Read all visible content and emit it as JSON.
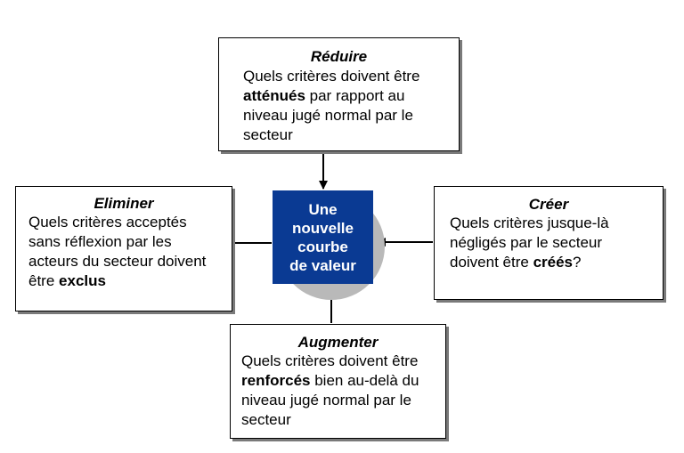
{
  "center": {
    "lines": [
      "Une",
      "nouvelle",
      "courbe",
      "de valeur"
    ]
  },
  "boxes": {
    "reduire": {
      "title": "Réduire",
      "segments": [
        {
          "text": "Quels critères doivent être",
          "bold": false
        },
        {
          "br": true
        },
        {
          "text": "atténués",
          "bold": true
        },
        {
          "text": " par rapport au",
          "bold": false
        },
        {
          "br": true
        },
        {
          "text": "niveau jugé normal par le",
          "bold": false
        },
        {
          "br": true
        },
        {
          "text": "secteur",
          "bold": false
        }
      ]
    },
    "eliminer": {
      "title": "Eliminer",
      "segments": [
        {
          "text": "Quels critères acceptés",
          "bold": false
        },
        {
          "br": true
        },
        {
          "text": "sans réflexion par les",
          "bold": false
        },
        {
          "br": true
        },
        {
          "text": "acteurs du secteur doivent",
          "bold": false
        },
        {
          "br": true
        },
        {
          "text": "être ",
          "bold": false
        },
        {
          "text": "exclus",
          "bold": true
        }
      ]
    },
    "creer": {
      "title": "Créer",
      "segments": [
        {
          "text": "Quels critères jusque-là",
          "bold": false
        },
        {
          "br": true
        },
        {
          "text": "négligés par le secteur",
          "bold": false
        },
        {
          "br": true
        },
        {
          "text": "doivent être ",
          "bold": false
        },
        {
          "text": "créés",
          "bold": true
        },
        {
          "text": "?",
          "bold": false
        }
      ]
    },
    "augmenter": {
      "title": "Augmenter",
      "segments": [
        {
          "text": "Quels critères doivent être",
          "bold": false
        },
        {
          "br": true
        },
        {
          "text": "renforcés",
          "bold": true
        },
        {
          "text": " bien au-delà du",
          "bold": false
        },
        {
          "br": true
        },
        {
          "text": "niveau jugé normal par le",
          "bold": false
        },
        {
          "br": true
        },
        {
          "text": "secteur",
          "bold": false
        }
      ]
    }
  },
  "colors": {
    "center_fill": "#0a3a93",
    "circle_fill": "#b9b9b9",
    "shadow": "#7a7a7a"
  }
}
